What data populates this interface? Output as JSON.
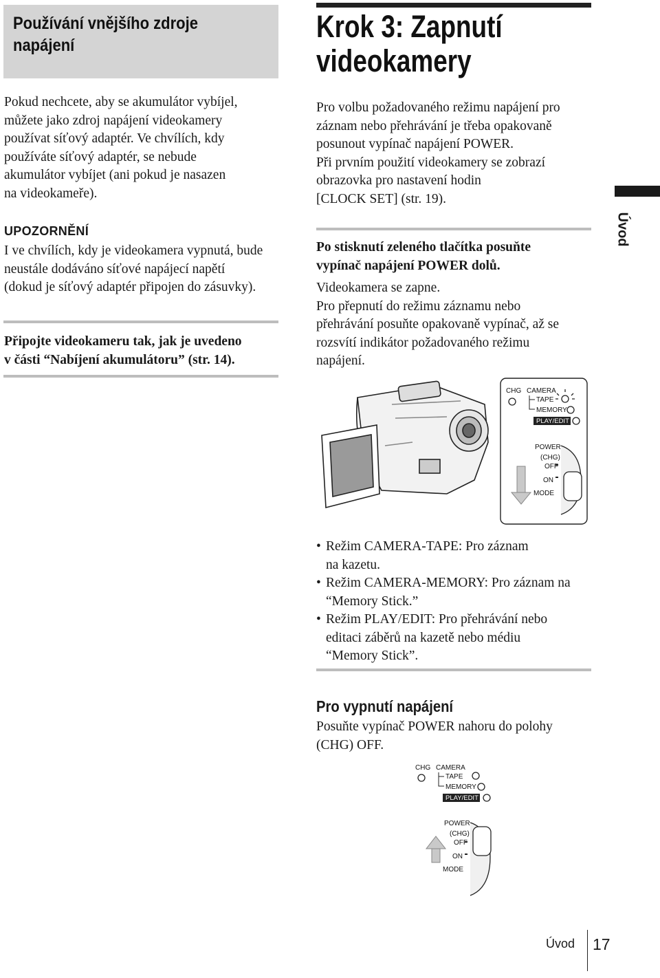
{
  "left": {
    "section_title_line1": "Používání vnějšího zdroje",
    "section_title_line2": "napájení",
    "para": [
      "Pokud nechcete, aby se akumulátor vybíjel,",
      "můžete jako zdroj napájení videokamery",
      "používat síťový adaptér. Ve chvílích, kdy",
      "používáte síťový adaptér, se nebude",
      "akumulátor vybíjet (ani pokud je nasazen",
      "na videokameře)."
    ],
    "caution_heading": "UPOZORNĚNÍ",
    "caution": [
      "I ve chvílích, kdy je videokamera vypnutá, bude",
      "neustále dodáváno síťové napájecí napětí",
      "(dokud je síťový adaptér připojen do zásuvky)."
    ],
    "connect": [
      "Připojte videokameru tak, jak je uvedeno",
      "v části “Nabíjení akumulátoru” (str. 14)."
    ]
  },
  "right": {
    "title_line1": "Krok 3: Zapnutí",
    "title_line2": "videokamery",
    "intro": [
      "Pro volbu požadovaného režimu napájení pro",
      "záznam nebo přehrávání je třeba opakovaně",
      "posunout vypínač napájení POWER.",
      "Při prvním použití videokamery se zobrazí",
      "obrazovka pro nastavení hodin",
      "[CLOCK SET] (str. 19)."
    ],
    "step_heading": [
      "Po stisknutí zeleného tlačítka posuňte",
      "vypínač napájení POWER dolů."
    ],
    "step_text": [
      "Videokamera se zapne.",
      "Pro přepnutí do režimu záznamu nebo",
      "přehrávání posuňte opakovaně vypínač, až se",
      "rozsvítí indikátor požadovaného režimu",
      "napájení."
    ],
    "modes": [
      [
        "Režim CAMERA-TAPE: Pro záznam",
        "na kazetu."
      ],
      [
        "Režim CAMERA-MEMORY: Pro záznam na",
        "“Memory Stick.”"
      ],
      [
        "Režim PLAY/EDIT: Pro přehrávání nebo",
        "editaci záběrů na kazetě nebo médiu",
        "“Memory Stick”."
      ]
    ],
    "off_heading": "Pro vypnutí napájení",
    "off_text": [
      "Posuňte vypínač POWER nahoru do polohy",
      "(CHG) OFF."
    ]
  },
  "figure_labels": {
    "chg": "CHG",
    "camera": "CAMERA",
    "tape": "TAPE",
    "memory": "MEMORY",
    "play_edit": "PLAY/EDIT",
    "power": "POWER",
    "chg_paren": "(CHG)",
    "off": "OFF",
    "on": "ON",
    "mode": "MODE"
  },
  "side_tab": "Úvod",
  "footer": {
    "section": "Úvod",
    "page": "17"
  }
}
